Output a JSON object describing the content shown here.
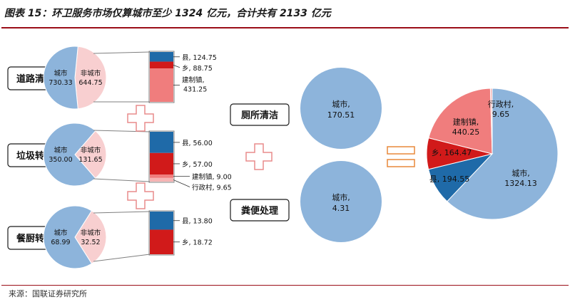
{
  "title": "图表 15：环卫服务市场仅算城市至少 1324 亿元，合计共有 2133 亿元",
  "source": "来源：国联证券研究所",
  "colors": {
    "city_blue": "#8db4db",
    "noncity_pink": "#f8cfd0",
    "county_blue": "#1f6aa8",
    "township_red": "#d11a1a",
    "town_salmon": "#f07d7d",
    "village_pink": "#f6b4b4",
    "frame_gray": "#7f7f7f",
    "plus_red": "#e98b8b",
    "equals_orange": "#e8893a"
  },
  "chart_data": [
    {
      "type": "pie",
      "title": "道路清洁",
      "slices": [
        {
          "name": "城市",
          "value": 730.33
        },
        {
          "name": "非城市",
          "value": 644.75
        }
      ],
      "breakdown_of": "非城市",
      "breakdown": [
        {
          "name": "县",
          "value": 124.75
        },
        {
          "name": "乡",
          "value": 88.75
        },
        {
          "name": "建制镇",
          "value": 431.25
        }
      ]
    },
    {
      "type": "pie",
      "title": "垃圾转运",
      "slices": [
        {
          "name": "城市",
          "value": 350.0
        },
        {
          "name": "非城市",
          "value": 131.65
        }
      ],
      "breakdown_of": "非城市",
      "breakdown": [
        {
          "name": "县",
          "value": 56.0
        },
        {
          "name": "乡",
          "value": 57.0
        },
        {
          "name": "建制镇",
          "value": 9.0
        },
        {
          "name": "行政村",
          "value": 9.65
        }
      ]
    },
    {
      "type": "pie",
      "title": "餐厨转运",
      "slices": [
        {
          "name": "城市",
          "value": 68.99
        },
        {
          "name": "非城市",
          "value": 32.52
        }
      ],
      "breakdown_of": "非城市",
      "breakdown": [
        {
          "name": "县",
          "value": 13.8
        },
        {
          "name": "乡",
          "value": 18.72
        }
      ]
    },
    {
      "type": "pie",
      "title": "厕所清洁",
      "slices": [
        {
          "name": "城市",
          "value": 170.51
        }
      ]
    },
    {
      "type": "pie",
      "title": "粪便处理",
      "slices": [
        {
          "name": "城市",
          "value": 4.31
        }
      ]
    },
    {
      "type": "pie",
      "title": "",
      "slices": [
        {
          "name": "城市",
          "value": 1324.13
        },
        {
          "name": "县",
          "value": 194.55
        },
        {
          "name": "乡",
          "value": 164.47
        },
        {
          "name": "建制镇",
          "value": 440.25
        },
        {
          "name": "行政村",
          "value": 9.65
        }
      ]
    }
  ]
}
